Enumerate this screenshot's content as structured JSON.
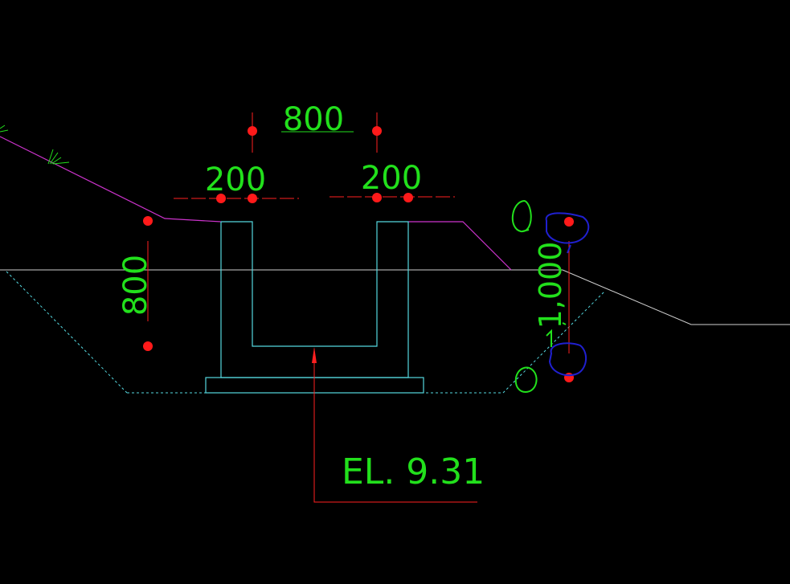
{
  "colors": {
    "background": "#000000",
    "dimension_text": "#22e01c",
    "structure": "#55d8e0",
    "ground_line": "#cfcfcf",
    "slope_line": "#cc33cc",
    "leader_red": "#ff2020",
    "grip_points": "#ff1a1a",
    "annotation_blue": "#2020d0"
  },
  "dimensions": {
    "top_width": "800",
    "left_wall": "200",
    "right_wall": "200",
    "left_height": "800",
    "right_height": "1,000"
  },
  "elevation": {
    "label": "EL. 9.31"
  },
  "icons": {
    "grass_symbol": "grass-tuft-icon",
    "grip_marker": "grip-point-icon"
  }
}
